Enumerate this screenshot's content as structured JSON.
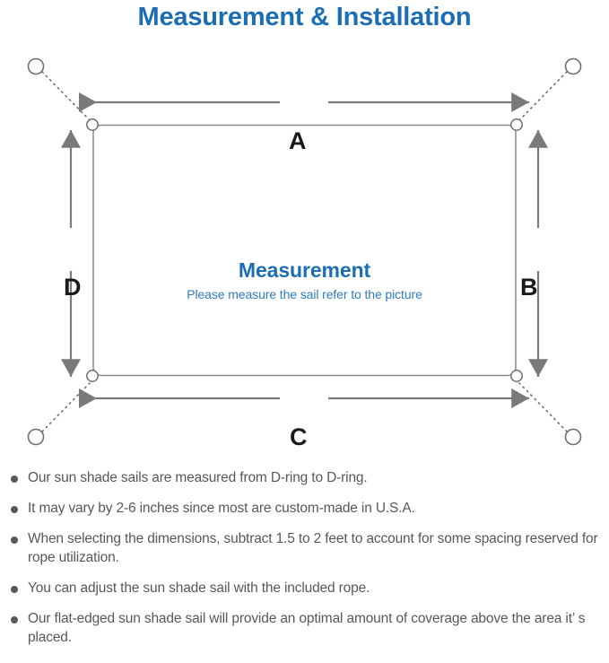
{
  "title": "Measurement & Installation",
  "diagram": {
    "center_heading": "Measurement",
    "center_subtext": "Please measure the sail refer to the picture",
    "dimension_labels": {
      "top": "A",
      "right": "B",
      "bottom": "C",
      "left": "D"
    },
    "icon_names": {
      "anchor_point": "anchor-ring-icon",
      "d_ring": "d-ring-icon",
      "rope": "dotted-rope-line",
      "dimension_arrow": "double-arrow-icon",
      "sail": "shade-sail-rectangle"
    },
    "colors": {
      "title_blue": "#1b6eb3",
      "sub_blue": "#2f7cbe",
      "line_gray": "#7a7a7a",
      "label_black": "#1a1a1a",
      "text_gray": "#58585a"
    }
  },
  "notes": [
    "Our sun shade sails are measured from D-ring to D-ring.",
    "It may vary by 2-6 inches since most are custom-made in U.S.A.",
    "When selecting the dimensions, subtract 1.5 to 2 feet to account for some spacing reserved for rope utilization.",
    "You can adjust the sun shade sail with the included rope.",
    "Our flat-edged sun shade sail will provide an optimal amount of coverage above the area it’ s placed."
  ]
}
